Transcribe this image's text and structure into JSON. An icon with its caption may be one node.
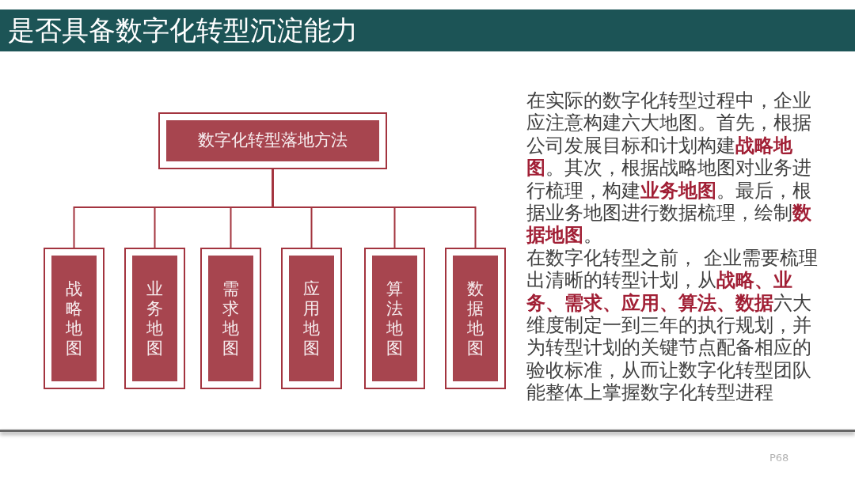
{
  "diagram": {
    "title": "是否具备数字化转型沉淀能力",
    "nodes": [
      {
        "text": [
          "数字化转型落地方法"
        ]
      },
      {
        "text": [
          "战略地图"
        ]
      },
      {
        "text": [
          "业务地图"
        ]
      },
      {
        "text": [
          "需求地图"
        ]
      },
      {
        "text": [
          "应用地图"
        ]
      },
      {
        "text": [
          "算法地图"
        ]
      },
      {
        "text": [
          "数据地图"
        ]
      }
    ],
    "edges": [
      {
        "from": 0,
        "to": 1,
        "arrow": "none"
      },
      {
        "from": 0,
        "to": 2,
        "arrow": "none"
      },
      {
        "from": 0,
        "to": 3,
        "arrow": "none"
      },
      {
        "from": 0,
        "to": 4,
        "arrow": "none"
      },
      {
        "from": 0,
        "to": 5,
        "arrow": "none"
      },
      {
        "from": 0,
        "to": 6,
        "arrow": "none"
      }
    ],
    "labels": [
      "在实际的数字化转型过程中，企业应注意构建六大地图。首先，根据公司发展目标和计划构建**战略地图**。其次，根据战略地图对业务进行梳理，构建**业务地图**。最后，根据业务地图进行数据梳理，绘制**数据地图**。",
      "在数字化转型之前， 企业需要梳理出清晰的转型计划，从**战略、业务、需求、应用、算法、数据**六大维度制定一到三年的执行规划，并为转型计划的关键节点配备相应的验收标准，从而让数字化转型团队能整体上掌握数字化转型进程",
      "P68"
    ]
  }
}
